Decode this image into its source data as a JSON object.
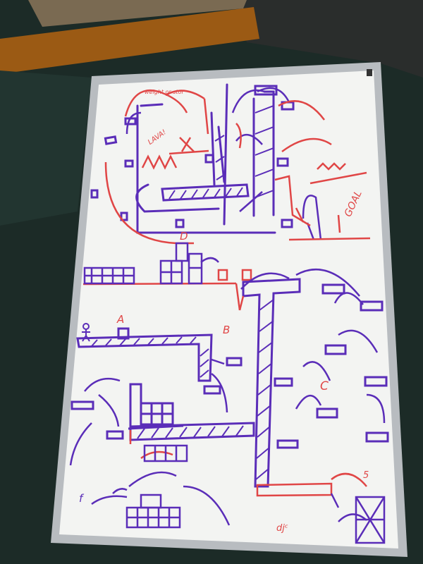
{
  "colors": {
    "marker_purple": "#5a2db8",
    "marker_red": "#e04646",
    "whiteboard": "#f3f4f2",
    "frame": "#b8bcc0",
    "fabric": "#1c2b27",
    "shelf": "#9b5a14"
  },
  "labels": {
    "goal": "GOAL",
    "a": "A",
    "b": "B",
    "c": "C",
    "d": "D",
    "five": "5",
    "signature": "djᶜ",
    "start": "f",
    "top_note": "weight or stor",
    "lava": "LAVA!"
  }
}
